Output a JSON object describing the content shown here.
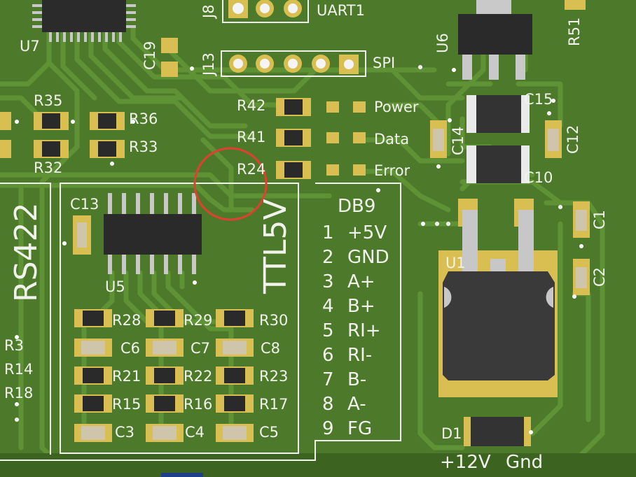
{
  "board": {
    "colors": {
      "mask": "#4d7a2a",
      "trace": "#5e8f33",
      "pad": "#d9bf52",
      "silk": "#f2f2ec",
      "ring": "#e04030"
    }
  },
  "labels": {
    "j8": "J8",
    "uart1": "UART1",
    "j13": "J13",
    "spi": "SPI",
    "u7": "U7",
    "c19": "C19",
    "u6": "U6",
    "r51": "R51",
    "r35": "R35",
    "r36": "R36",
    "r33": "R33",
    "r32": "R32",
    "r42": "R42",
    "r41": "R41",
    "r24": "R24",
    "power": "Power",
    "data": "Data",
    "error": "Error",
    "c15": "C15",
    "c14": "C14",
    "c12": "C12",
    "c10": "C10",
    "rs422": "RS422",
    "c13": "C13",
    "u5": "U5",
    "ttl5v": "TTL5V",
    "db9": "DB9",
    "c1": "C1",
    "c2": "C2",
    "u1": "U1",
    "r28": "R28",
    "r29": "R29",
    "r30": "R30",
    "c6": "C6",
    "c7": "C7",
    "c8": "C8",
    "r21": "R21",
    "r22": "R22",
    "r23": "R23",
    "r15": "R15",
    "r16": "R16",
    "r17": "R17",
    "c3": "C3",
    "c4": "C4",
    "c5": "C5",
    "r3": "R3",
    "r14": "R14",
    "r18": "R18",
    "d1": "D1",
    "plus12v": "+12V",
    "gnd": "Gnd"
  },
  "db9_pins": [
    {
      "num": "1",
      "name": "+5V"
    },
    {
      "num": "2",
      "name": "GND"
    },
    {
      "num": "3",
      "name": "A+"
    },
    {
      "num": "4",
      "name": "B+"
    },
    {
      "num": "5",
      "name": "RI+"
    },
    {
      "num": "6",
      "name": "RI-"
    },
    {
      "num": "7",
      "name": "B-"
    },
    {
      "num": "8",
      "name": "A-"
    },
    {
      "num": "9",
      "name": "FG"
    }
  ]
}
